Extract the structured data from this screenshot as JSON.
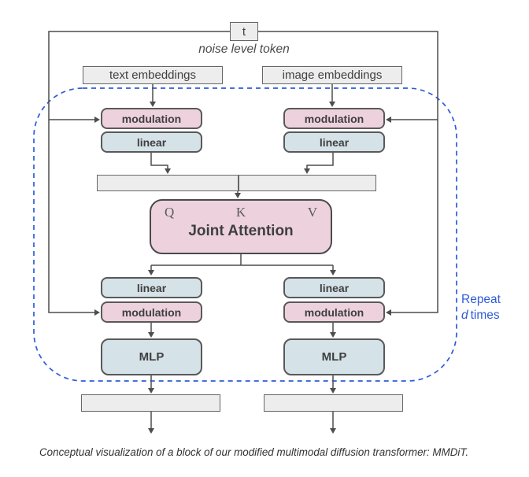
{
  "colors": {
    "pink": "#edd2dd",
    "blue_gray": "#d5e2e7",
    "box_gray": "#ededed",
    "box_border": "#666666",
    "pill_border": "#595959",
    "line": "#4d4d4d",
    "blue": "#2e5bd8",
    "text": "#3f3f3f"
  },
  "labels": {
    "t_token": "t",
    "noise_level": "noise level token",
    "text_embeddings": "text embeddings",
    "image_embeddings": "image embeddings",
    "modulation": "modulation",
    "linear": "linear",
    "q": "Q",
    "k": "K",
    "v": "V",
    "joint_attention": "Joint Attention",
    "mlp": "MLP",
    "repeat_line1": "Repeat",
    "repeat_d": "d",
    "repeat_times": "times",
    "caption": "Conceptual visualization of a block of our modified multimodal diffusion transformer: MMDiT."
  }
}
